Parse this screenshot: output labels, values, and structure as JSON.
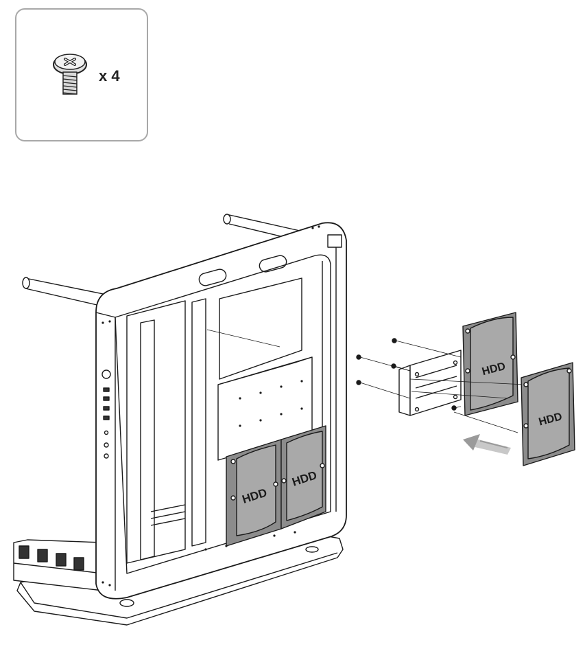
{
  "callout": {
    "quantity_label": "x 4",
    "part_icon": "screw-icon"
  },
  "drives": {
    "label_1": "HDD",
    "label_2": "HDD",
    "label_3": "HDD",
    "label_4": "HDD"
  },
  "colors": {
    "line": "#1a1a1a",
    "drive_fill": "#8c8c8c",
    "drive_face": "#a9a9a9",
    "arrow": "#9a9a9a"
  }
}
